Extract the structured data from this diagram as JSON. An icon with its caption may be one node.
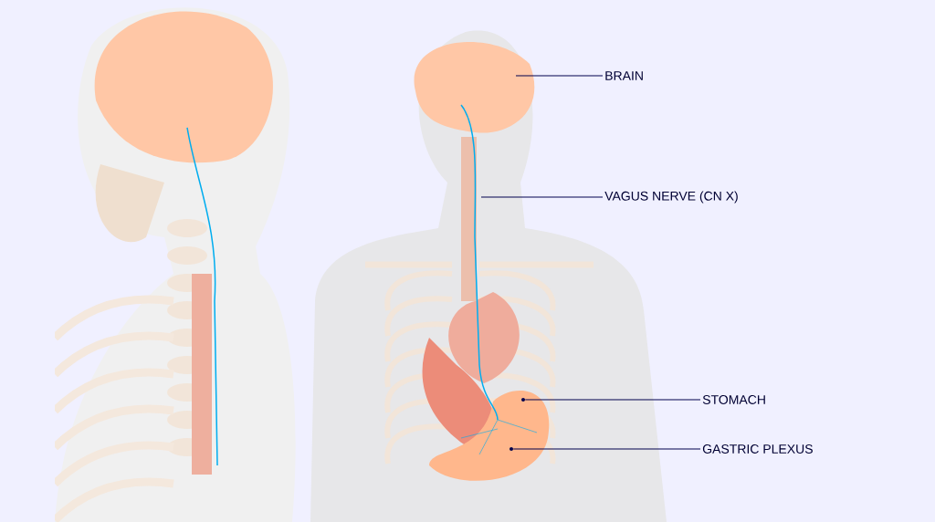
{
  "diagram": {
    "nodes": [
      {
        "text": [
          "BRAIN"
        ]
      },
      {
        "text": [
          "VAGUS NERVE (CN X)"
        ]
      },
      {
        "text": [
          "STOMACH"
        ]
      },
      {
        "text": [
          "GASTRIC PLEXUS"
        ]
      },
      {
        "text": [],
        "shape": "circle"
      },
      {
        "text": [],
        "shape": "circle"
      }
    ],
    "edges": [
      {
        "from": 0,
        "to": null,
        "arrow": "none"
      },
      {
        "from": 1,
        "to": null,
        "arrow": "none"
      },
      {
        "from": 2,
        "to": 4,
        "arrow": "none"
      },
      {
        "from": 3,
        "to": 5,
        "arrow": "none"
      }
    ]
  }
}
